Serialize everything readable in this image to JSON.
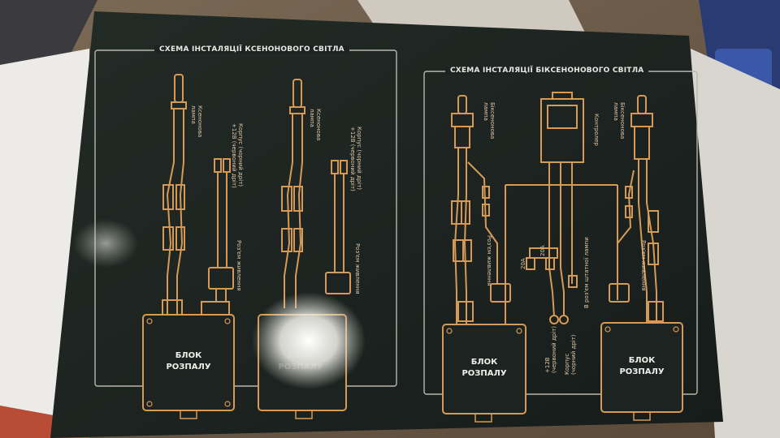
{
  "photo_subject": "Printed box with xenon light installation diagrams",
  "panel_left": {
    "caption": "СХЕМА ІНСТАЛЯЦІЇ КСЕНОНОВОГО СВІТЛА",
    "lamp_label": "Ксенонова\nлампа",
    "power_label": "Корпус (чорний дріт)\n+12В (червоний дріт)",
    "connector_label": "Роз'єм живлення",
    "block_label": "БЛОК\nРОЗПАЛУ"
  },
  "panel_right": {
    "caption": "СХЕМА ІНСТАЛЯЦІЇ БІКСЕНОНОВОГО СВІТЛА",
    "lamp_label": "Біксенонова\nлампа",
    "controller_label": "Контролер",
    "connector_label": "Роз'єм живлення",
    "fuse_label_1": "20А",
    "fuse_label_2": "20А",
    "wires_label": "Корпус\n(чорний дріт)",
    "plus_label": "+12В\n(червоний дріт)",
    "socket_label": "В роз'єм штатної лампи",
    "block_label": "БЛОК\nРОЗПАЛУ"
  },
  "colors": {
    "box": "#1c2320",
    "wire": "#d79a55",
    "outline": "#b9b7ad",
    "background": "#6e5a45"
  }
}
